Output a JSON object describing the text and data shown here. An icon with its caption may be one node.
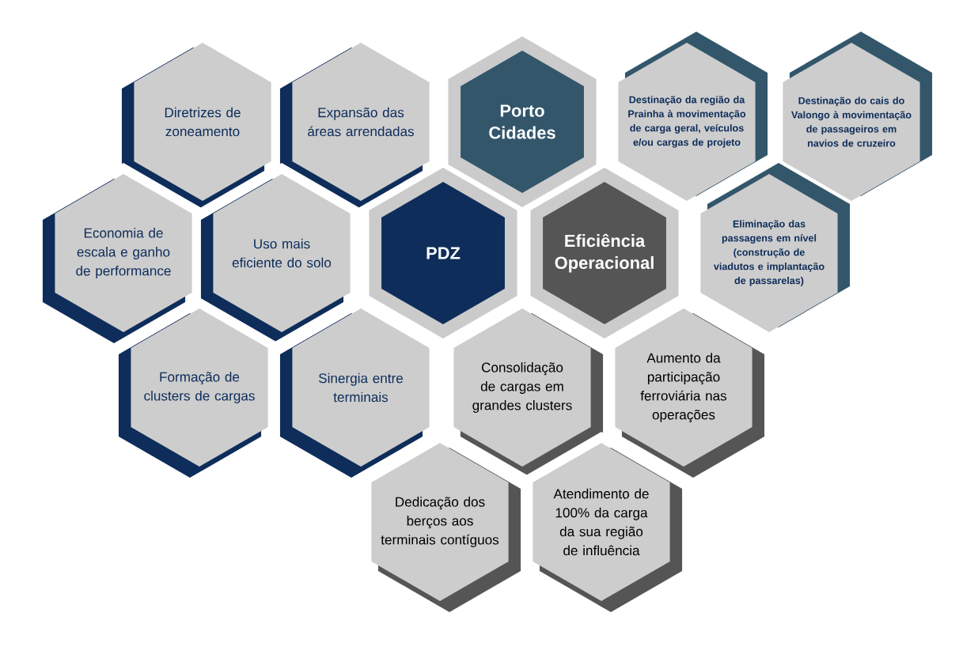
{
  "diagram": {
    "nodes": [
      {
        "text": [
          "Diretrizes de zoneamento"
        ]
      },
      {
        "text": [
          "Expansão das áreas arrendadas"
        ]
      },
      {
        "text": [
          "Porto Cidades"
        ]
      },
      {
        "text": [
          "Destinação da região da Prainha à movimentação de carga geral, veículos e/ou cargas de projeto"
        ]
      },
      {
        "text": [
          "Destinação do cais do Valongo à movimentação de passageiros em navios de cruzeiro"
        ]
      },
      {
        "text": [
          "Economia de escala e ganho de performance"
        ]
      },
      {
        "text": [
          "Uso mais eficiente do solo"
        ]
      },
      {
        "text": [
          "PDZ"
        ]
      },
      {
        "text": [
          "Eficiência Operacional"
        ]
      },
      {
        "text": [
          "Eliminação das passagens em nível (construção de viadutos e implantação de passarelas)"
        ]
      },
      {
        "text": [
          "Formação de clusters de cargas"
        ]
      },
      {
        "text": [
          "Sinergia entre terminais"
        ]
      },
      {
        "text": [
          "Consolidação de cargas em grandes clusters"
        ]
      },
      {
        "text": [
          "Aumento da participação ferroviária nas operações"
        ]
      },
      {
        "text": [
          "Dedicação dos berços aos terminais contíguos"
        ]
      },
      {
        "text": [
          "Atendimento de 100% da carga da sua região de influência"
        ]
      }
    ]
  }
}
